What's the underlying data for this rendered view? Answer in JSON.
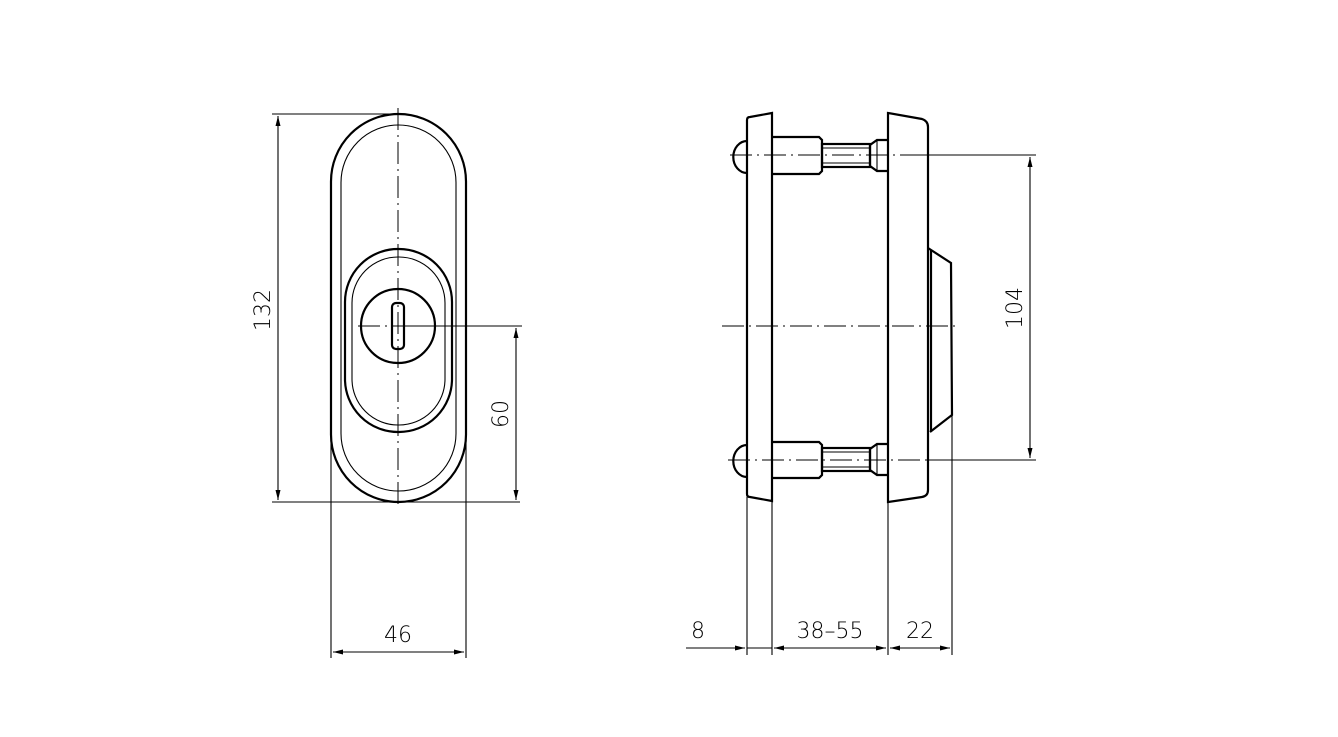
{
  "drawing": {
    "front_view": {
      "dimensions": {
        "height": "132",
        "keyhole_offset": "60",
        "width": "46"
      }
    },
    "side_view": {
      "dimensions": {
        "screw_spacing": "104",
        "inner_plate": "8",
        "door_thickness": "38–55",
        "outer_plate": "22"
      }
    },
    "line_color": "#000000"
  }
}
